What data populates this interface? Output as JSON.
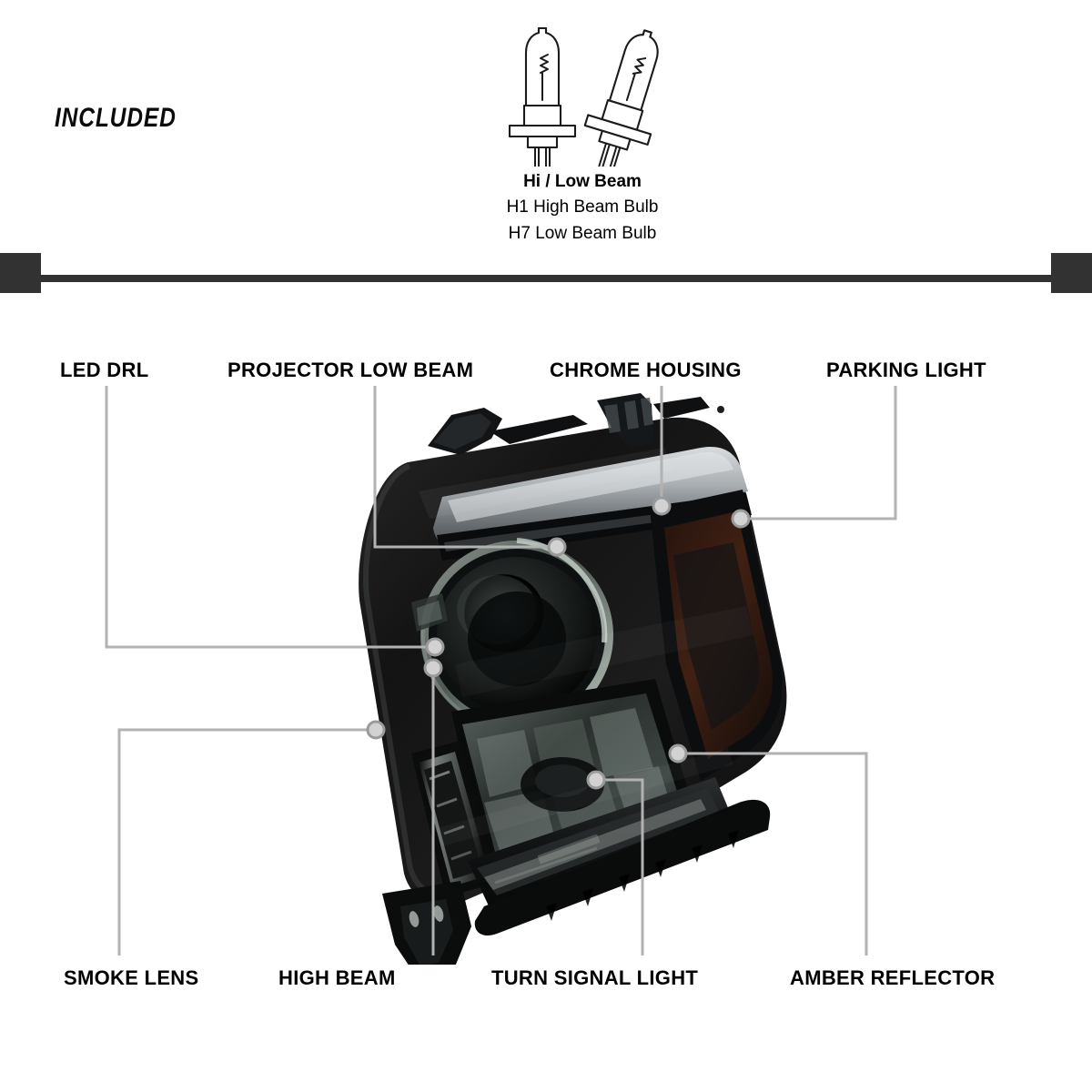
{
  "header": {
    "included_label": "INCLUDED"
  },
  "included_bulbs": {
    "icon": "halogen-bulb-pair-icon",
    "title": "Hi / Low Beam",
    "lines": [
      "H1 High Beam Bulb",
      "H7 Low Beam Bulb"
    ]
  },
  "divider": {
    "color": "#323232"
  },
  "product": {
    "image_name": "smoked-projector-headlight-photo",
    "lens_color": "#101010",
    "chrome_color": "#b9bcbe",
    "amber_color": "#5a2a16"
  },
  "callouts": {
    "line_color": "#b2b2b2",
    "dot_ring_color": "#9a9a9a",
    "dot_fill_color": "#d2d2d2",
    "top": [
      {
        "id": "led-drl",
        "label": "LED DRL"
      },
      {
        "id": "projector",
        "label": "PROJECTOR LOW BEAM"
      },
      {
        "id": "chrome",
        "label": "CHROME HOUSING"
      },
      {
        "id": "parking",
        "label": "PARKING LIGHT"
      }
    ],
    "bottom": [
      {
        "id": "smoke",
        "label": "SMOKE LENS"
      },
      {
        "id": "high-beam",
        "label": "HIGH BEAM"
      },
      {
        "id": "turn",
        "label": "TURN SIGNAL LIGHT"
      },
      {
        "id": "amber",
        "label": "AMBER REFLECTOR"
      }
    ]
  }
}
